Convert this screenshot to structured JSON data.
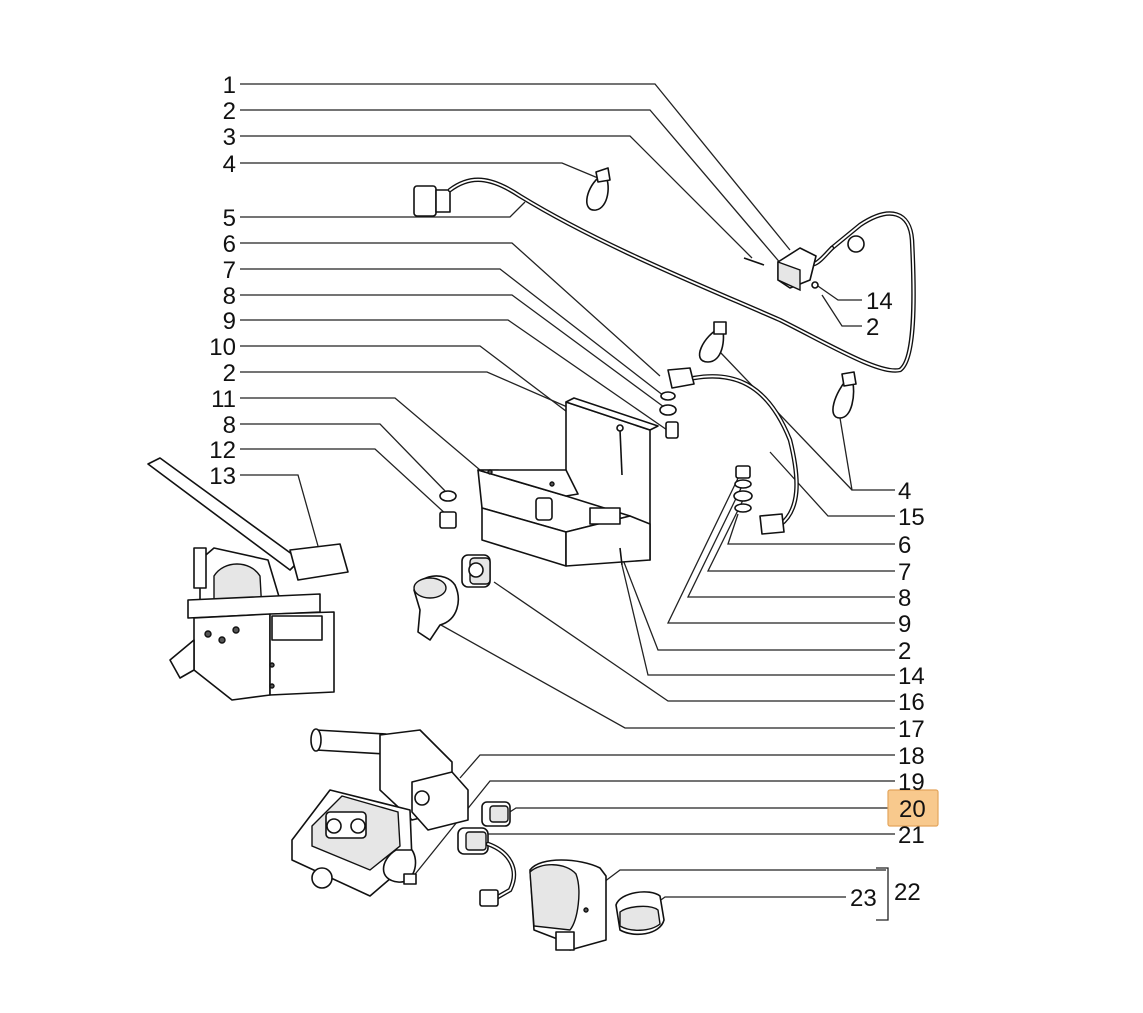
{
  "callouts": {
    "left": [
      "1",
      "2",
      "3",
      "4",
      "5",
      "6",
      "7",
      "8",
      "9",
      "10",
      "2",
      "11",
      "8",
      "12",
      "13"
    ],
    "right_upper": [
      "14",
      "2"
    ],
    "right": [
      "4",
      "15",
      "6",
      "7",
      "8",
      "9",
      "2",
      "14",
      "16",
      "17",
      "18",
      "19",
      "20",
      "21"
    ],
    "bottom": [
      "23",
      "22"
    ]
  },
  "highlighted_callout": "20",
  "colors": {
    "highlight_fill": "#f8c98d",
    "highlight_border": "#e3a55c",
    "line": "#222222"
  }
}
